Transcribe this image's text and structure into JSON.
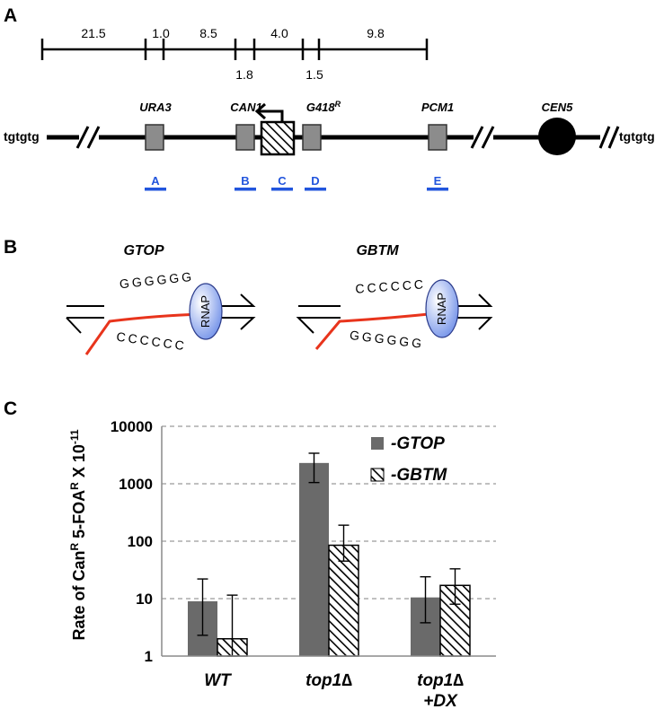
{
  "panels": {
    "a": "A",
    "b": "B",
    "c": "C"
  },
  "map": {
    "top_distances": [
      "21.5",
      "1.0",
      "8.5",
      "4.0",
      "9.8"
    ],
    "bottom_distances": [
      "1.8",
      "1.5"
    ],
    "telomere_left": "tgtgtg",
    "telomere_right": "tgtgtg",
    "genes": [
      "URA3",
      "CAN1",
      "G418",
      "PCM1",
      "CEN5"
    ],
    "g418_superscript": "R",
    "probes": [
      "A",
      "B",
      "C",
      "D",
      "E"
    ],
    "probe_color": "#2255dd"
  },
  "models": {
    "gtop": {
      "title": "GTOP",
      "top_strand": "GGGGGG",
      "bottom_strand": "CCCCCC",
      "rnap": "RNAP"
    },
    "gbtm": {
      "title": "GBTM",
      "top_strand": "CCCCCC",
      "bottom_strand": "GGGGGG",
      "rnap": "RNAP"
    },
    "rna_color": "#e8341c"
  },
  "chart_data": {
    "type": "bar",
    "categories": [
      "WT",
      "top1∆",
      "top1∆ +DX"
    ],
    "category_lines": [
      [
        "WT"
      ],
      [
        "top1∆"
      ],
      [
        "top1∆",
        "+DX"
      ]
    ],
    "series": [
      {
        "name": "-GTOP",
        "values": [
          9,
          2300,
          10.5
        ],
        "error_low": [
          2.3,
          1050,
          3.8
        ],
        "error_high": [
          22,
          3400,
          24
        ],
        "color": "#6a6a6a",
        "fill": "solid"
      },
      {
        "name": "-GBTM",
        "values": [
          2,
          85,
          17
        ],
        "error_low": [
          1,
          45,
          8
        ],
        "error_high": [
          11.5,
          190,
          33
        ],
        "color": "#000000",
        "fill": "hatched"
      }
    ],
    "ylabel_parts": {
      "pre": "Rate of Can",
      "sup1": "R",
      "mid": " 5-FOA",
      "sup2": "R",
      "post": " X 10",
      "sup3": "-11"
    },
    "yticks": [
      "1",
      "10",
      "100",
      "1000",
      "10000"
    ],
    "ylim": [
      1,
      10000
    ],
    "yscale": "log",
    "grid": true,
    "legend_position": "top-right"
  }
}
